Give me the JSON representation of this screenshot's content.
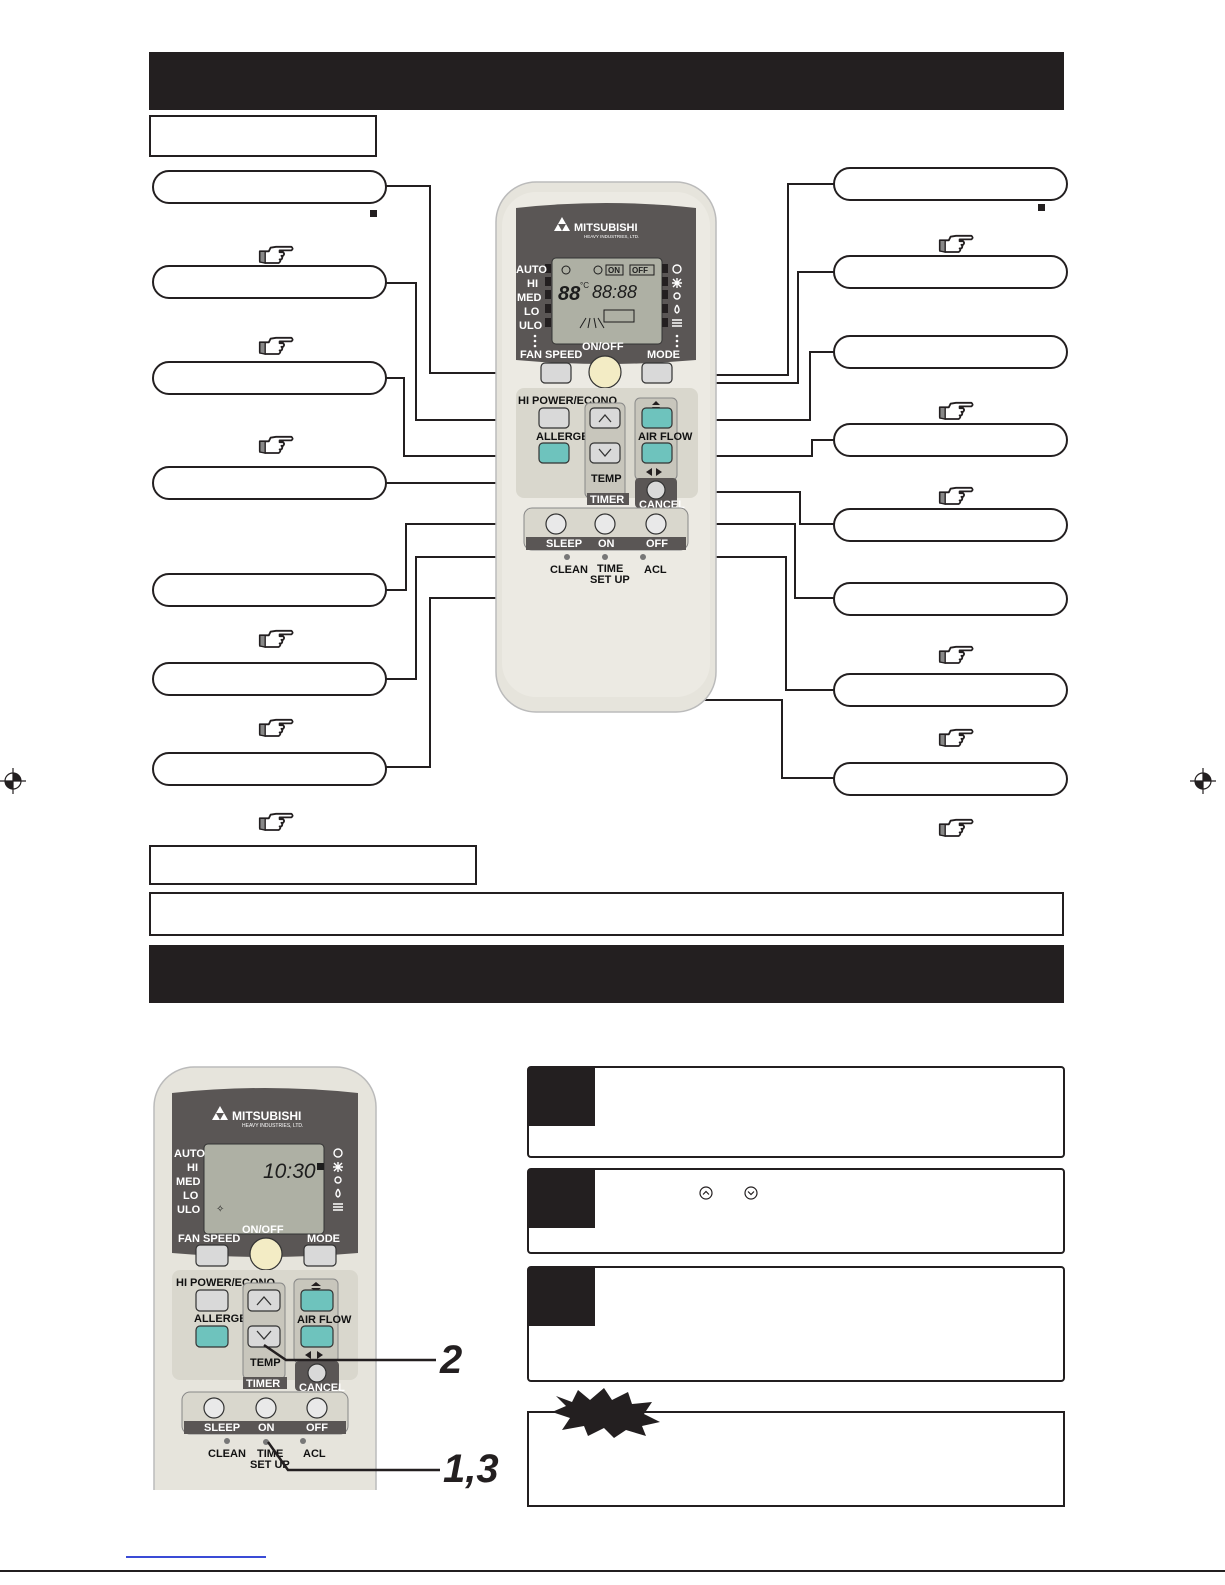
{
  "remote": {
    "brand": "MITSUBISHI",
    "brand_sub": "HEAVY INDUSTRIES, LTD.",
    "modes_left": [
      "AUTO",
      "HI",
      "MED",
      "LO",
      "ULO"
    ],
    "buttons": {
      "fan_speed": "FAN SPEED",
      "on_off": "ON/OFF",
      "mode": "MODE",
      "hi_power": "HI POWER/ECONO",
      "allergen": "ALLERGEN",
      "air_flow": "AIR FLOW",
      "temp": "TEMP",
      "timer": "TIMER",
      "cancel": "CANCEL",
      "sleep": "SLEEP",
      "on": "ON",
      "off": "OFF",
      "clean": "CLEAN",
      "time_set_up_1": "TIME",
      "time_set_up_2": "SET UP",
      "acl": "ACL"
    },
    "lcd": {
      "on_label": "ON",
      "off_label": "OFF",
      "digits_big": "88",
      "degc": "°C",
      "digits_time": "88:88"
    }
  },
  "remote2": {
    "lcd_time": "10:30"
  },
  "callout_numbers": {
    "two": "2",
    "one_three": "1,3"
  },
  "icons": {
    "pointer": "pointing-hand-icon",
    "burst": "starburst-icon"
  },
  "colors": {
    "band": "#231f20",
    "remote_body": "#e6e4dc",
    "lcd": "#aeb0a4",
    "teal_button": "#6ec3bd",
    "grey_button": "#d9d9d9"
  }
}
